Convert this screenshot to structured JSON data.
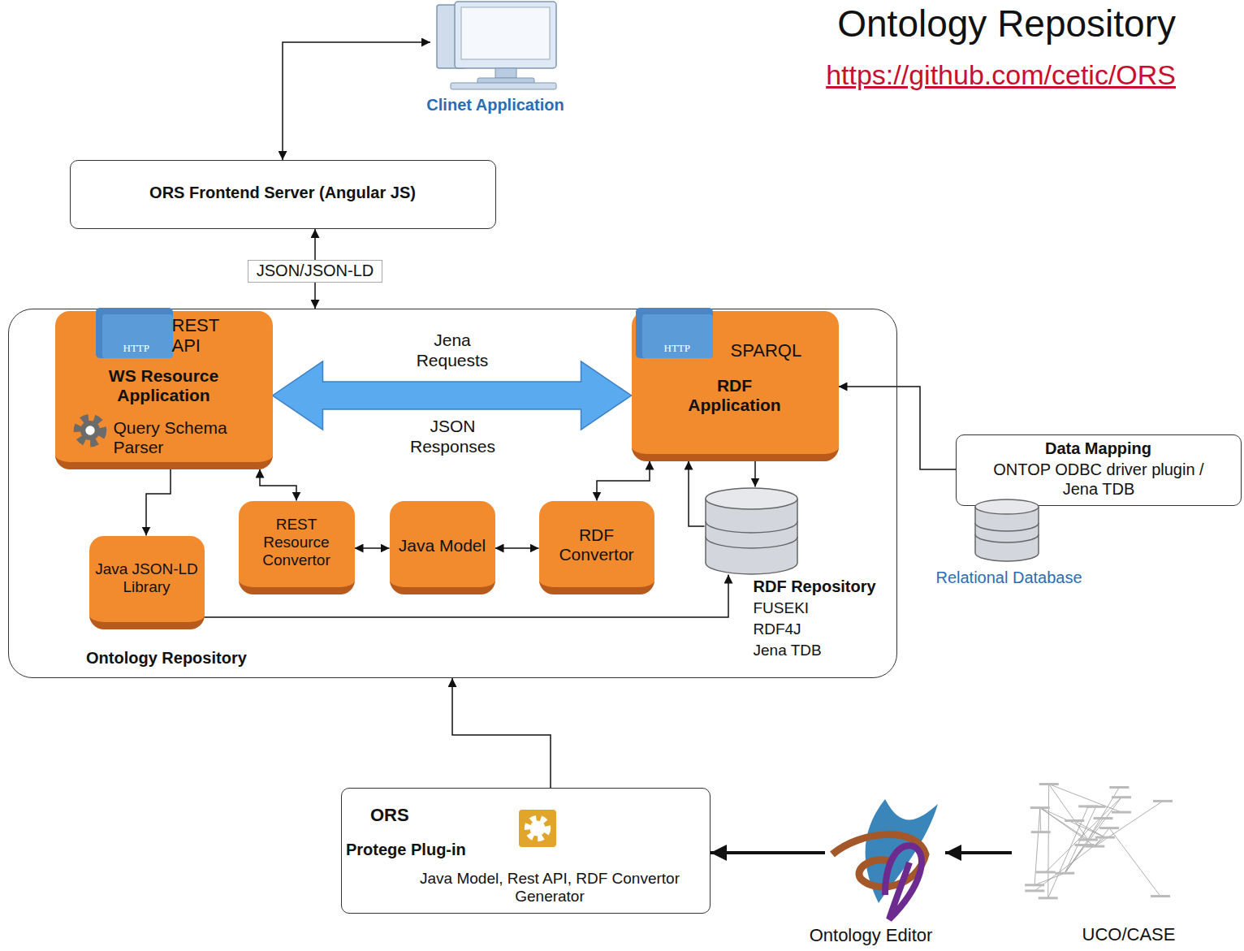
{
  "diagram": {
    "title": "Ontology Repository",
    "nodes": [
      {
        "text": [
          "Clinet Application"
        ]
      },
      {
        "text": [
          "ORS Frontend Server (Angular JS)"
        ]
      },
      {
        "text": [
          "Ontology Repository"
        ]
      },
      {
        "text": [
          "HTTP",
          "REST API",
          "WS Resource Application",
          "Query Schema Parser"
        ],
        "in": 2
      },
      {
        "text": [
          "HTTP",
          "SPARQL",
          "RDF Application"
        ],
        "in": 2
      },
      {
        "text": [
          "Java JSON-LD Library"
        ],
        "in": 2
      },
      {
        "text": [
          "REST Resource Convertor"
        ],
        "in": 2
      },
      {
        "text": [
          "Java Model"
        ],
        "in": 2
      },
      {
        "text": [
          "RDF Convertor"
        ],
        "in": 2
      },
      {
        "text": [
          "RDF Repository",
          "FUSEKI",
          "RDF4J",
          "Jena TDB"
        ],
        "in": 2
      },
      {
        "text": [
          "Data Mapping",
          "ONTOP ODBC driver plugin / Jena TDB"
        ]
      },
      {
        "text": [
          "Relational Database"
        ]
      },
      {
        "text": [
          "ORS",
          "Protege Plug-in",
          "Java Model, Rest API, RDF Convertor Generator"
        ]
      },
      {
        "text": [
          "Ontology Editor"
        ]
      },
      {
        "text": [
          "UCO/CASE"
        ]
      }
    ],
    "edges": [
      {
        "from": 0,
        "to": 1,
        "arrow": "both"
      },
      {
        "from": 2,
        "to": 1,
        "label": "JSON/JSON-LD",
        "arrow": "both"
      },
      {
        "from": 3,
        "to": 4,
        "label": "Jena Requests",
        "arrow": "both"
      },
      {
        "from": 3,
        "to": 6,
        "arrow": "both"
      },
      {
        "from": 3,
        "to": 5,
        "arrow": "to"
      },
      {
        "from": 6,
        "to": 7,
        "arrow": "both"
      },
      {
        "from": 7,
        "to": 8,
        "arrow": "both"
      },
      {
        "from": 8,
        "to": 4,
        "arrow": "both"
      },
      {
        "from": 5,
        "to": 9,
        "arrow": "to"
      },
      {
        "from": 9,
        "to": 4,
        "arrow": "to"
      },
      {
        "from": 4,
        "to": 9,
        "arrow": "to"
      },
      {
        "from": 10,
        "to": 4,
        "arrow": "to"
      },
      {
        "from": 12,
        "to": 2,
        "arrow": "to"
      },
      {
        "from": 13,
        "to": 12,
        "arrow": "to"
      },
      {
        "from": 14,
        "to": 13,
        "arrow": "to"
      }
    ],
    "labels": [
      "https://github.com/cetic/ORS",
      "JSON Responses"
    ]
  }
}
